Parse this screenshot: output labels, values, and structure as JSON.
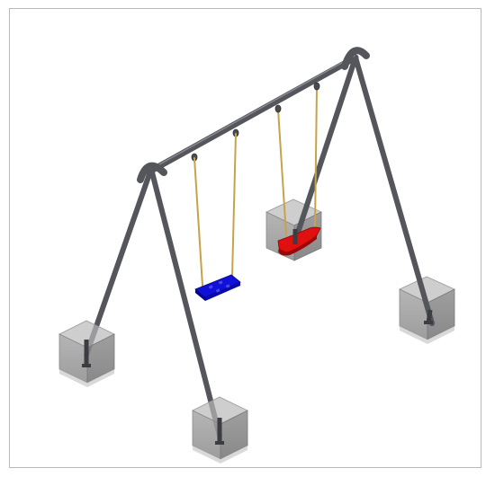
{
  "figure": {
    "subject": "swing-set-3d-model",
    "colors": {
      "frame": "#55565c",
      "frame_dark": "#3c3d42",
      "frame_light": "#8a8b90",
      "chain": "#c8a24a",
      "chain_dark": "#8a6a1e",
      "seat_blue": "#1010d8",
      "seat_blue_dark": "#06068a",
      "seat_red": "#e01010",
      "seat_red_dark": "#8a0606",
      "footing": "#9a9a9a",
      "footing_top": "#b4b4b4",
      "footing_side": "#7e7e7e",
      "border": "#b9b9b9"
    },
    "seats": [
      {
        "kind": "flat-seat",
        "color": "blue"
      },
      {
        "kind": "belt-seat",
        "color": "red"
      }
    ],
    "footing_count": 4
  }
}
